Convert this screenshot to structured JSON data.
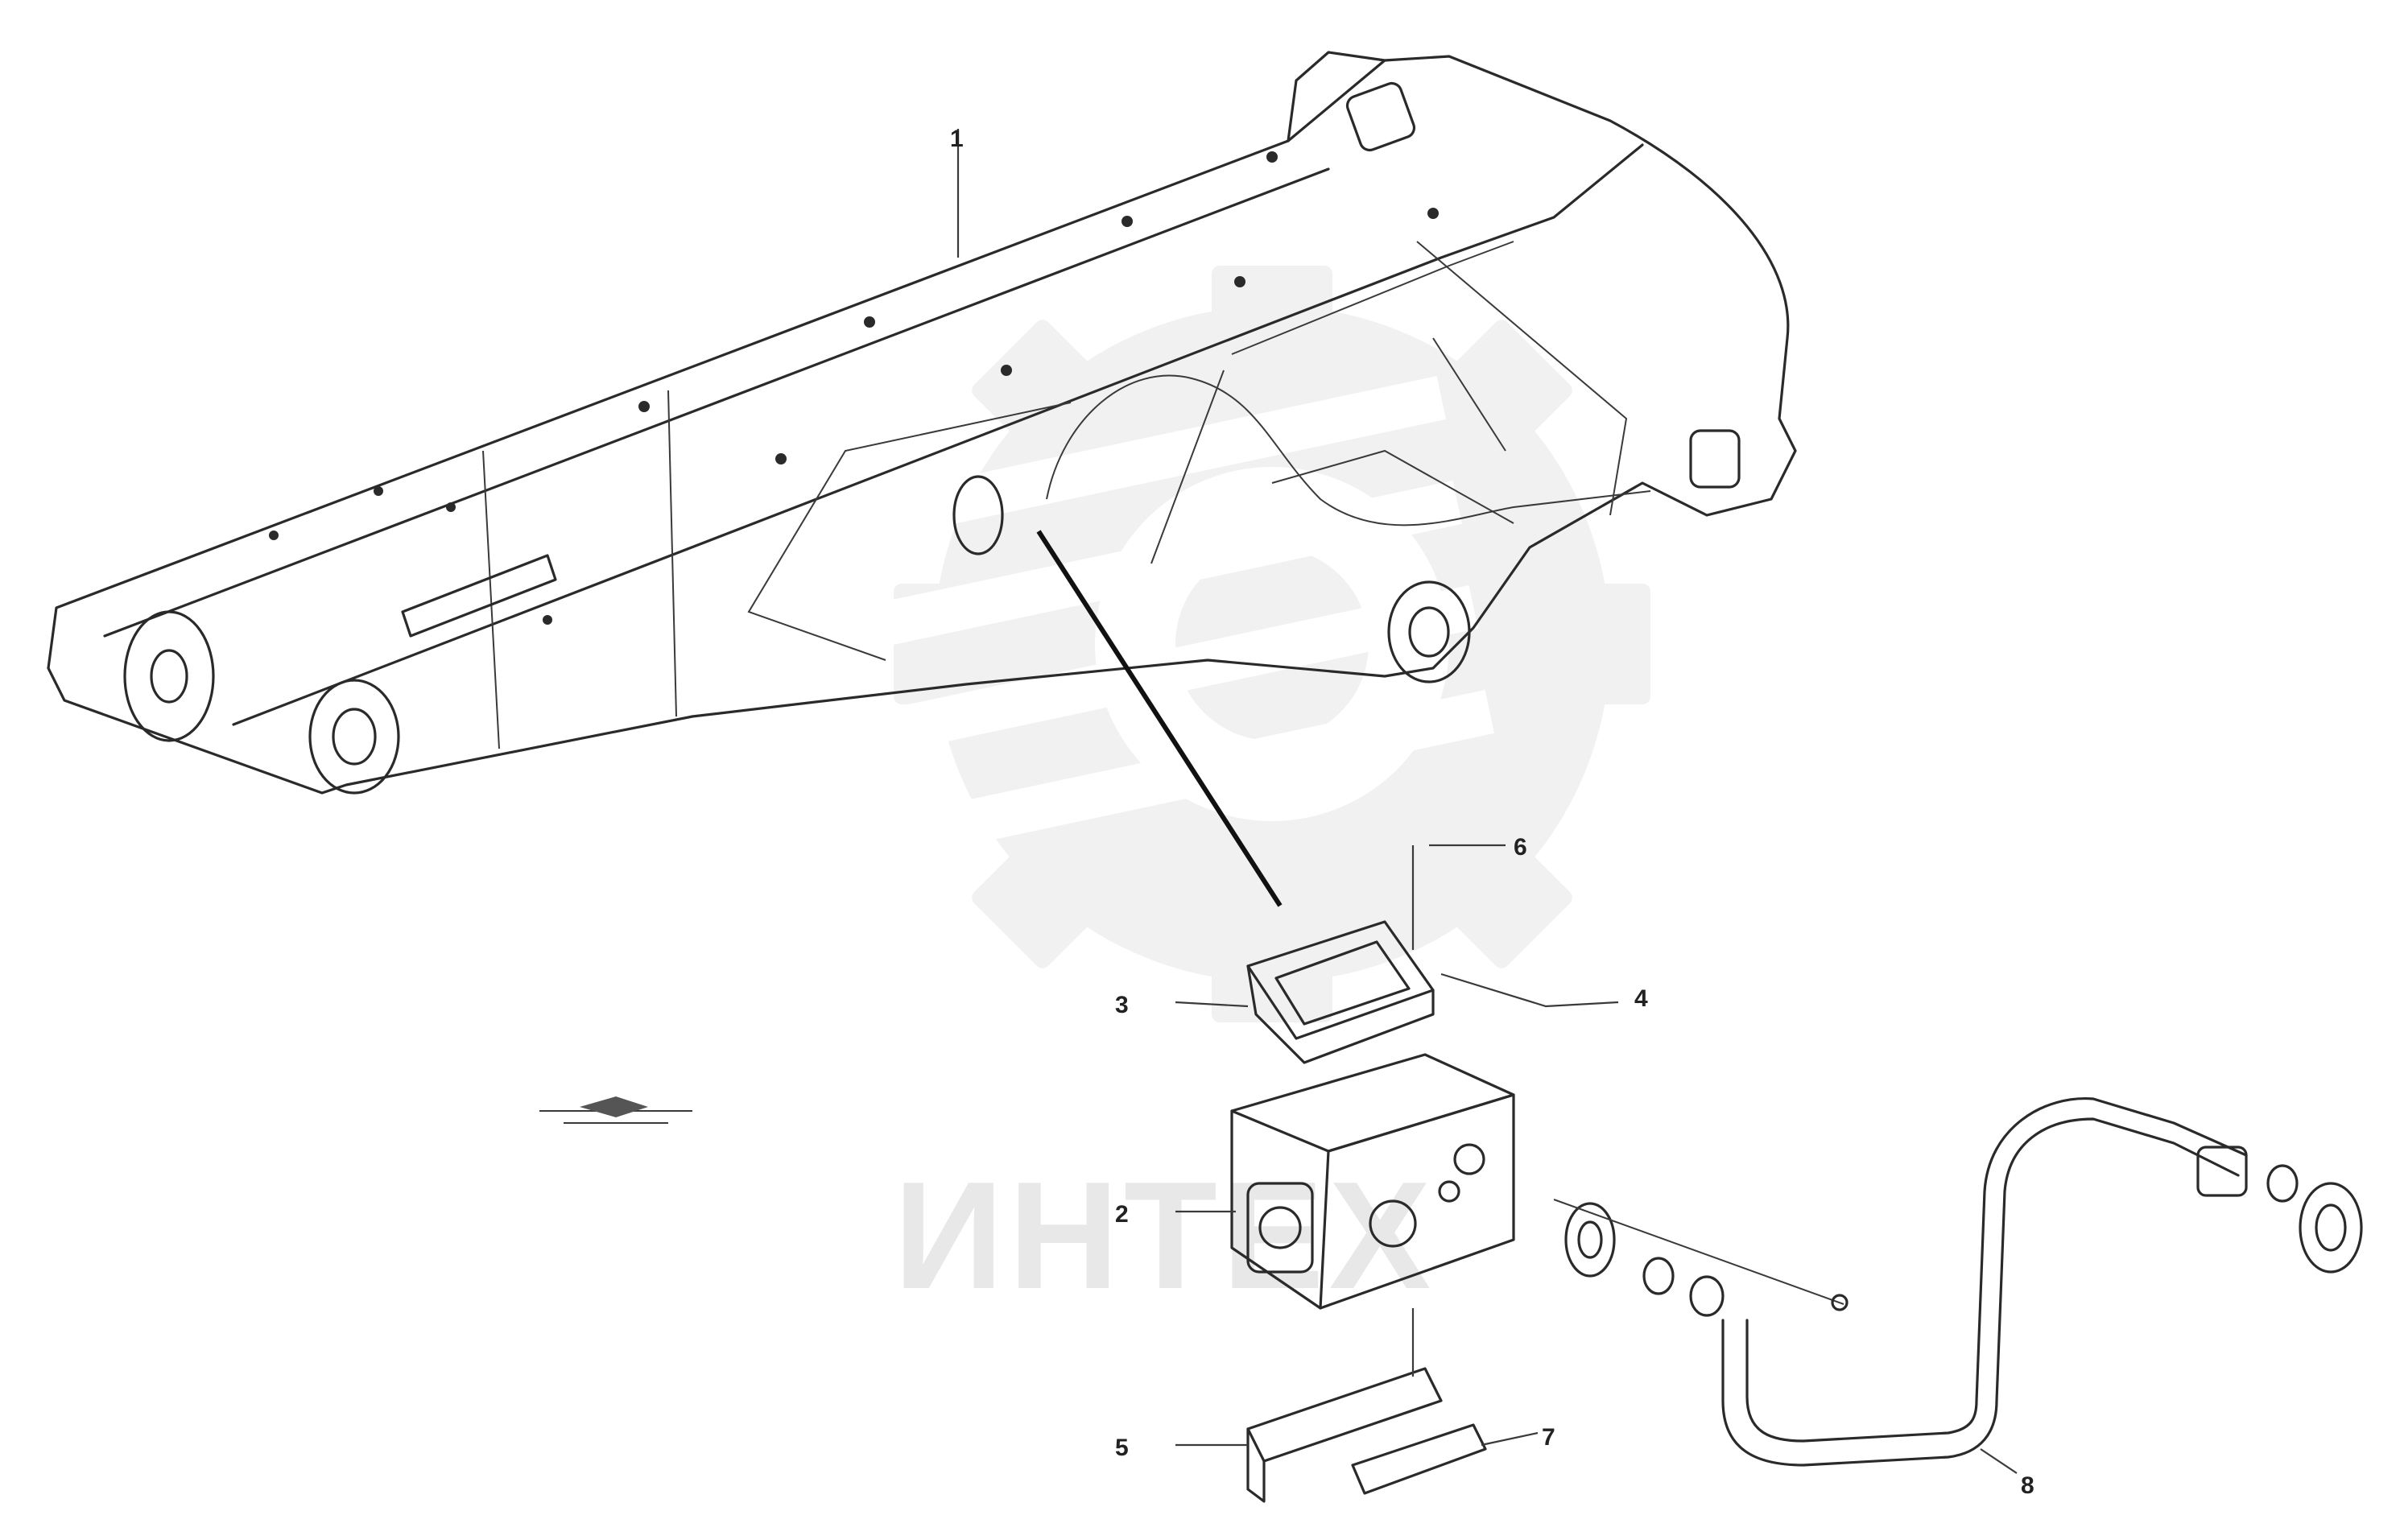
{
  "diagram": {
    "watermark_text": "ИНТЕХ",
    "stamp_lines": [
      "",
      "",
      ""
    ],
    "callouts": [
      {
        "id": "c1",
        "text": "1"
      },
      {
        "id": "c2",
        "text": "2"
      },
      {
        "id": "c3",
        "text": "3"
      },
      {
        "id": "c4",
        "text": "4"
      },
      {
        "id": "c5",
        "text": "5"
      },
      {
        "id": "c6",
        "text": "6"
      },
      {
        "id": "c7",
        "text": "7"
      },
      {
        "id": "c8",
        "text": "8"
      }
    ]
  }
}
